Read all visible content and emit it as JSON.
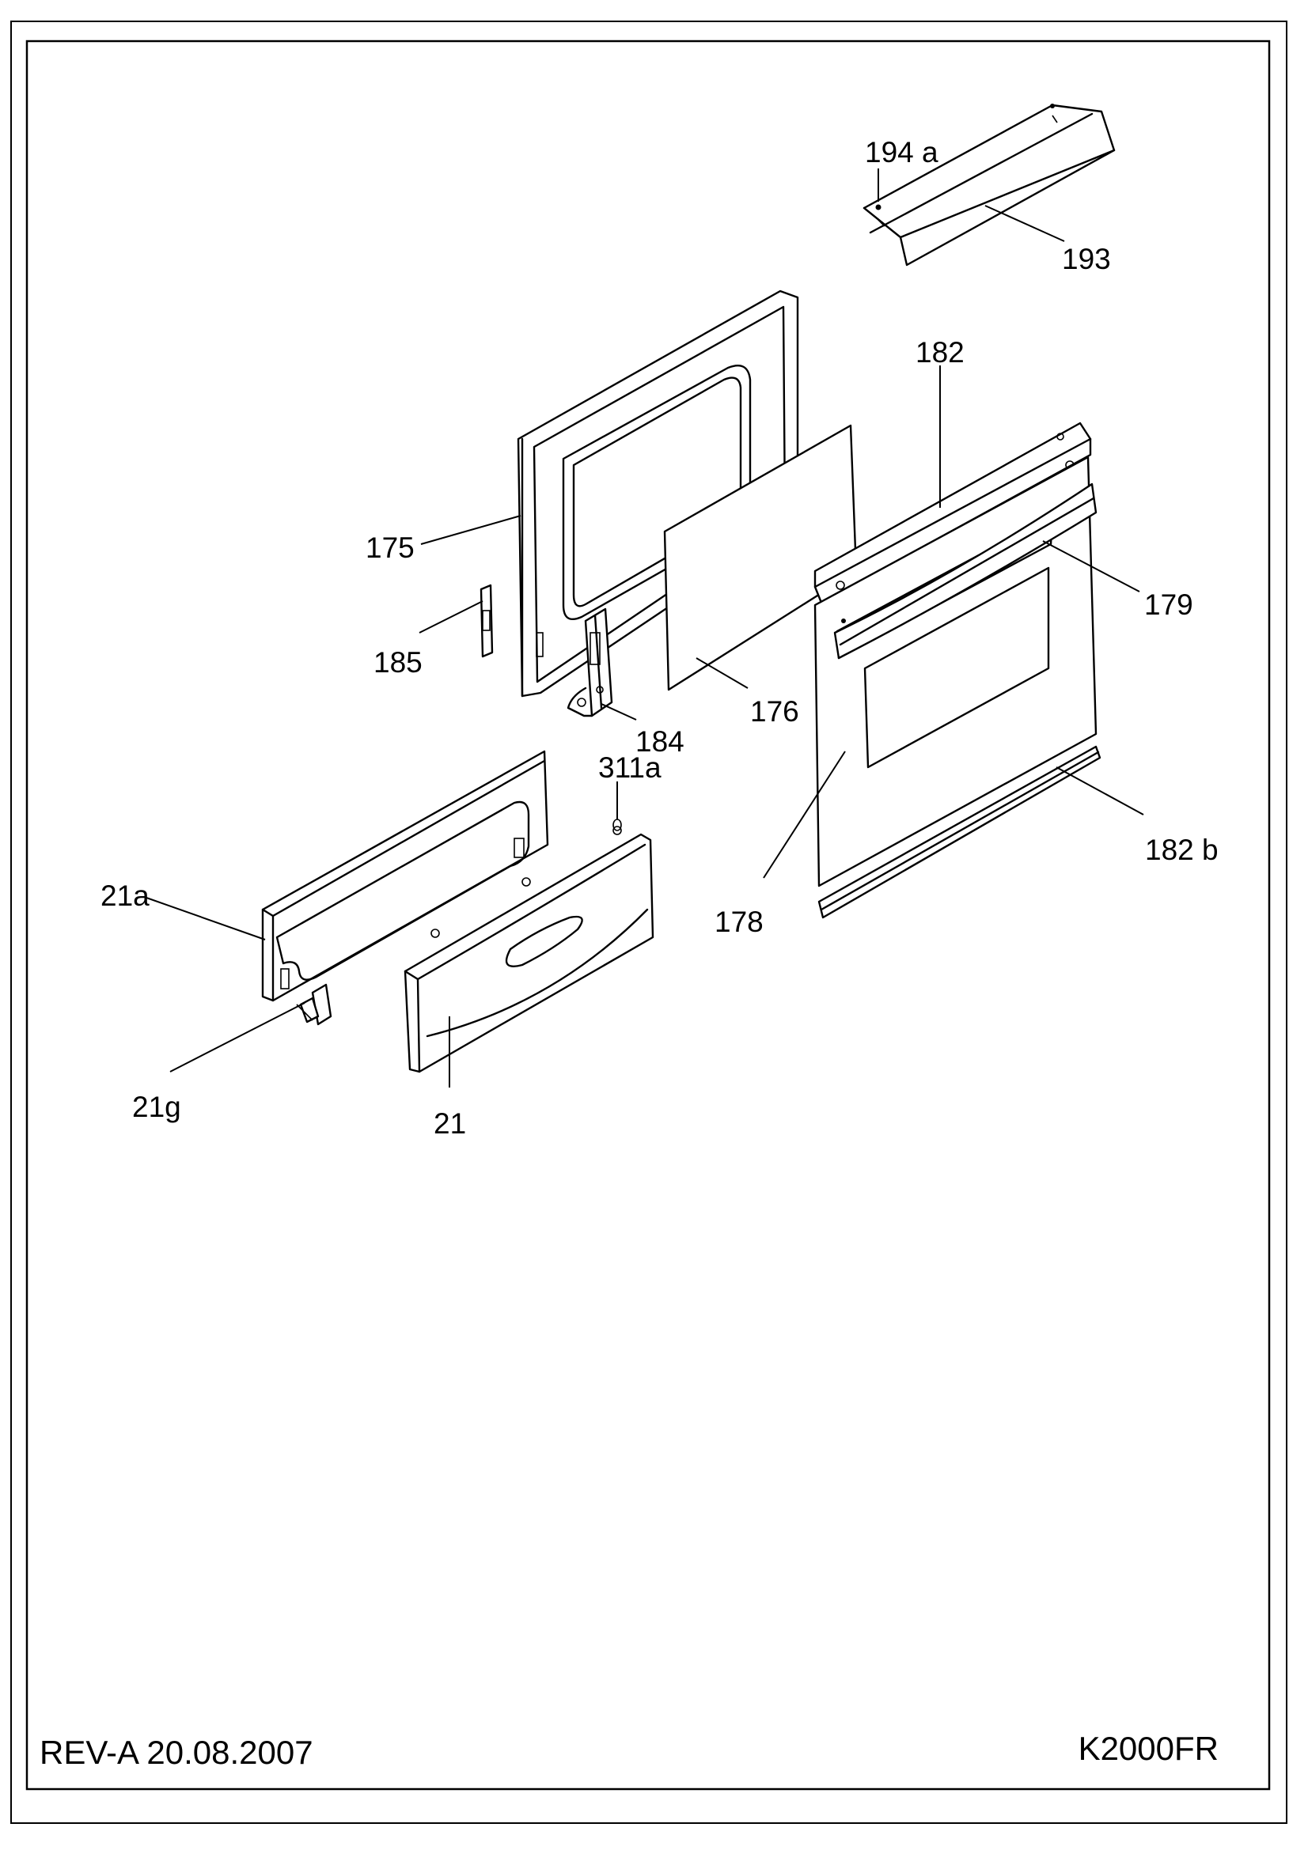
{
  "drawing": {
    "model": "K2000FR",
    "revision": "REV-A 20.08.2007"
  },
  "callouts": [
    {
      "id": "194a",
      "label": "194 a"
    },
    {
      "id": "193",
      "label": "193"
    },
    {
      "id": "182",
      "label": "182"
    },
    {
      "id": "175",
      "label": "175"
    },
    {
      "id": "179",
      "label": "179"
    },
    {
      "id": "185",
      "label": "185"
    },
    {
      "id": "176",
      "label": "176"
    },
    {
      "id": "184",
      "label": "184"
    },
    {
      "id": "311a",
      "label": "311a"
    },
    {
      "id": "182b",
      "label": "182 b"
    },
    {
      "id": "21a",
      "label": "21a"
    },
    {
      "id": "178",
      "label": "178"
    },
    {
      "id": "21g",
      "label": "21g"
    },
    {
      "id": "21",
      "label": "21"
    }
  ]
}
